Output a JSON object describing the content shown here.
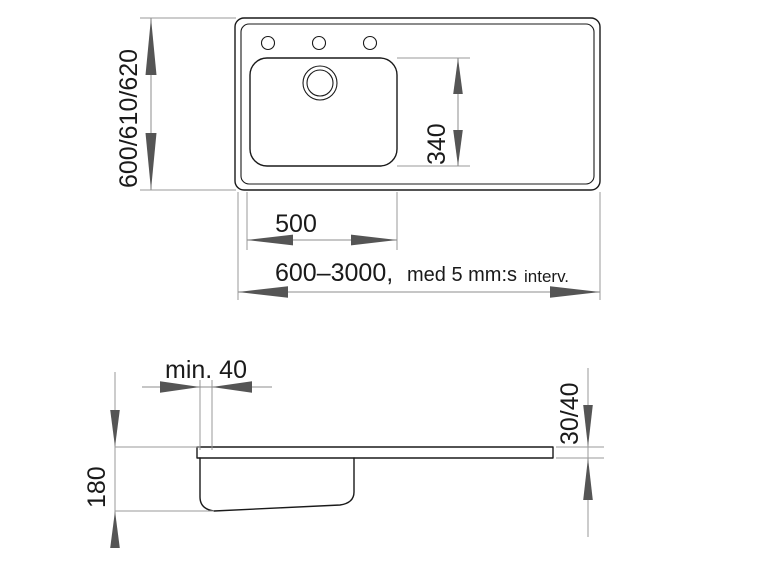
{
  "drawing": {
    "title": "Sink and countertop technical drawing",
    "units": "mm",
    "line_color": "#1a1a1a",
    "dimension_color": "#8c8c8c",
    "arrow_color": "#555555",
    "background": "#ffffff"
  },
  "top_view": {
    "name": "plan-view",
    "dimensions": {
      "depth": {
        "label": "600/610/620",
        "orientation": "vertical",
        "position": "left"
      },
      "bowl_depth": {
        "label": "340",
        "orientation": "vertical",
        "position": "inner-right"
      },
      "bowl_width": {
        "label": "500",
        "orientation": "horizontal",
        "position": "below-bowl"
      },
      "total_width": {
        "label": "600–3000, med 5 mm:s interv.",
        "label_main": "600–3000,",
        "label_mid": "med 5 mm:s",
        "label_tail": "interv.",
        "orientation": "horizontal",
        "position": "bottom"
      }
    },
    "features": {
      "tap_holes_count": 3,
      "drain_label": "drain-outlet",
      "bowl_label": "sink-bowl",
      "countertop_label": "countertop-outline"
    }
  },
  "side_view": {
    "name": "section-view",
    "dimensions": {
      "bowl_depth": {
        "label": "180",
        "orientation": "vertical",
        "position": "left"
      },
      "edge_margin": {
        "label": "min. 40",
        "orientation": "horizontal",
        "position": "top-left"
      },
      "slab_thickness": {
        "label": "30/40",
        "orientation": "vertical",
        "position": "right"
      }
    },
    "features": {
      "slab_label": "countertop-slab",
      "bowl_label": "sink-bowl-profile"
    }
  }
}
